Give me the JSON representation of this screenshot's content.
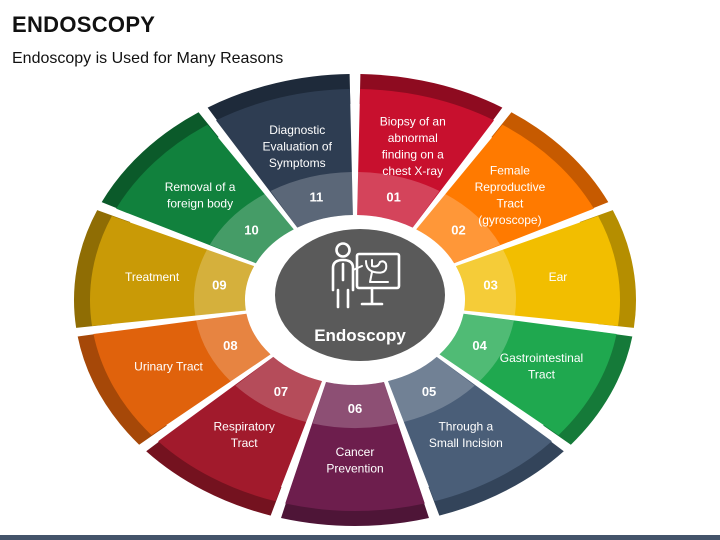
{
  "title": "ENDOSCOPY",
  "subtitle": "Endoscopy is Used for Many Reasons",
  "center_label": "Endoscopy",
  "segments": [
    {
      "num": "01",
      "lines": [
        "Biopsy of an",
        "abnormal",
        "finding on a",
        "chest X-ray"
      ],
      "color": "#c8102e",
      "shade": "#8e0b20"
    },
    {
      "num": "02",
      "lines": [
        "Female",
        "Reproductive",
        "Tract",
        "(gyroscope)"
      ],
      "color": "#ff7a00",
      "shade": "#c65a00"
    },
    {
      "num": "03",
      "lines": [
        "Ear"
      ],
      "color": "#f2be00",
      "shade": "#b58e00"
    },
    {
      "num": "04",
      "lines": [
        "Gastrointestinal",
        "Tract"
      ],
      "color": "#1fa84f",
      "shade": "#157a39"
    },
    {
      "num": "05",
      "lines": [
        "Through a",
        "Small Incision"
      ],
      "color": "#4a5e78",
      "shade": "#33445a"
    },
    {
      "num": "06",
      "lines": [
        "Cancer",
        "Prevention"
      ],
      "color": "#6d1e4d",
      "shade": "#4e1537"
    },
    {
      "num": "07",
      "lines": [
        "Respiratory",
        "Tract"
      ],
      "color": "#a11a2c",
      "shade": "#74121f"
    },
    {
      "num": "08",
      "lines": [
        "Urinary Tract"
      ],
      "color": "#e0620c",
      "shade": "#a64808"
    },
    {
      "num": "09",
      "lines": [
        "Treatment"
      ],
      "color": "#c99a06",
      "shade": "#8f6d04"
    },
    {
      "num": "10",
      "lines": [
        "Removal of a",
        "foreign body"
      ],
      "color": "#11813d",
      "shade": "#0b5a2a"
    },
    {
      "num": "11",
      "lines": [
        "Diagnostic",
        "Evaluation of",
        "Symptoms"
      ],
      "color": "#2e3d52",
      "shade": "#1e2a3a"
    }
  ],
  "colors": {
    "center": "#5a5a5a",
    "footer": "#44546a"
  },
  "center_icon": "doctor-with-endoscopy-screen-icon"
}
